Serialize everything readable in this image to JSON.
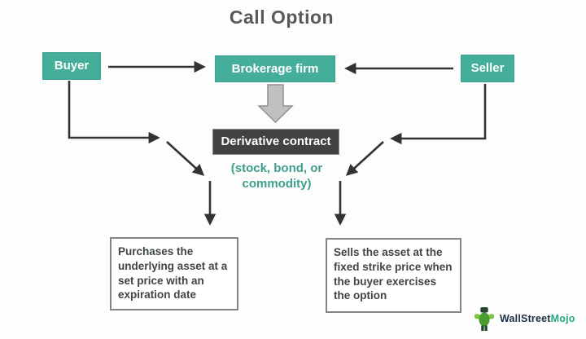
{
  "title": "Call Option",
  "nodes": {
    "buyer": "Buyer",
    "brokerage_firm": "Brokerage firm",
    "seller": "Seller",
    "derivative_contract": "Derivative contract",
    "derivative_note": "(stock, bond, or commodity)",
    "buyer_outcome": "Purchases the underlying asset at a set price with an expiration date",
    "seller_outcome": "Sells the asset at the fixed strike price when the buyer exercises the option"
  },
  "edges": [
    {
      "from": "buyer",
      "to": "brokerage_firm"
    },
    {
      "from": "seller",
      "to": "brokerage_firm"
    },
    {
      "from": "brokerage_firm",
      "to": "derivative_contract"
    },
    {
      "from": "buyer",
      "to": "buyer_outcome"
    },
    {
      "from": "seller",
      "to": "seller_outcome"
    }
  ],
  "logo": {
    "brand_part1": "WallStreet",
    "brand_part2": "Mojo"
  },
  "colors": {
    "teal_box": "#45AE9A",
    "dark_box": "#424242",
    "title_gray": "#595959",
    "arrow": "#333333",
    "note_teal": "#3F9E8C",
    "outcome_text": "#3F4543",
    "outcome_border": "#848484",
    "block_arrow_fill": "#C0C0C0",
    "block_arrow_border": "#909090",
    "logo_navy": "#1B2F45",
    "logo_green": "#27A983"
  }
}
